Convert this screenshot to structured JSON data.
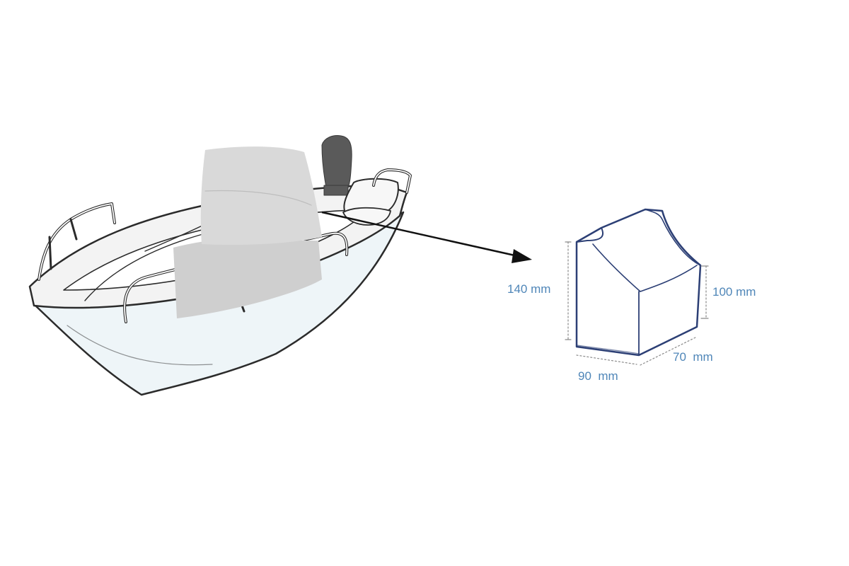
{
  "illustration": {
    "subject": "boat",
    "colors": {
      "outline": "#2b2b2b",
      "hull": "#eef5f8",
      "deck": "#f3f3f3",
      "cover": "#d9d9d9",
      "engine": "#5a5a5a",
      "cover_outline": "#2c3f75",
      "dimension_text": "#4f86b8",
      "arrow": "#111111"
    }
  },
  "dimensions": {
    "height": "140 mm",
    "rear_height": "100 mm",
    "depth": "70  mm",
    "width": "90  mm"
  }
}
